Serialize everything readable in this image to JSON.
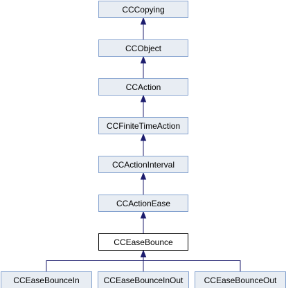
{
  "colors": {
    "node_fill": "#e8edf3",
    "node_stroke": "#84a2cf",
    "current_fill": "#ffffff",
    "current_stroke": "#000000",
    "edge": "#1d1d6e",
    "text": "#000000"
  },
  "nodes": [
    {
      "id": "ccopying",
      "label": "CCCopying",
      "current": false
    },
    {
      "id": "ccobject",
      "label": "CCObject",
      "current": false
    },
    {
      "id": "ccaction",
      "label": "CCAction",
      "current": false
    },
    {
      "id": "ccfinitetimeaction",
      "label": "CCFiniteTimeAction",
      "current": false
    },
    {
      "id": "ccactioninterval",
      "label": "CCActionInterval",
      "current": false
    },
    {
      "id": "ccactionease",
      "label": "CCActionEase",
      "current": false
    },
    {
      "id": "cceasebounce",
      "label": "CCEaseBounce",
      "current": true
    },
    {
      "id": "cceasebouncein",
      "label": "CCEaseBounceIn",
      "current": false
    },
    {
      "id": "cceasebounceinout",
      "label": "CCEaseBounceInOut",
      "current": false
    },
    {
      "id": "cceasebounceout",
      "label": "CCEaseBounceOut",
      "current": false
    }
  ],
  "edges": [
    {
      "from": "ccobject",
      "to": "ccopying"
    },
    {
      "from": "ccaction",
      "to": "ccobject"
    },
    {
      "from": "ccfinitetimeaction",
      "to": "ccaction"
    },
    {
      "from": "ccactioninterval",
      "to": "ccfinitetimeaction"
    },
    {
      "from": "ccactionease",
      "to": "ccactioninterval"
    },
    {
      "from": "cceasebounce",
      "to": "ccactionease"
    },
    {
      "from": "cceasebouncein",
      "to": "cceasebounce"
    },
    {
      "from": "cceasebounceinout",
      "to": "cceasebounce"
    },
    {
      "from": "cceasebounceout",
      "to": "cceasebounce"
    }
  ]
}
